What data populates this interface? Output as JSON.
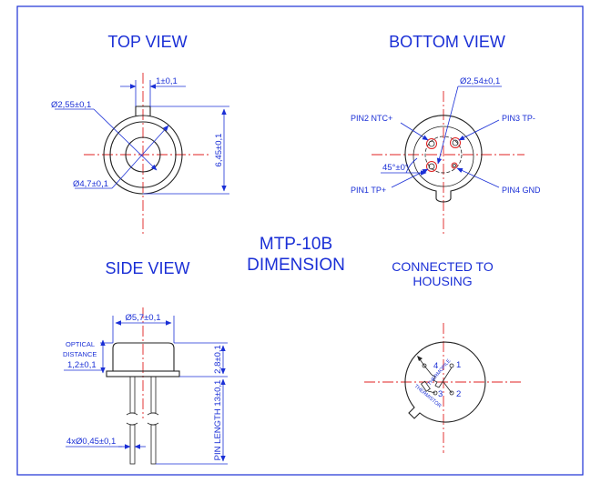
{
  "titles": {
    "top_view": "TOP VIEW",
    "bottom_view": "BOTTOM VIEW",
    "side_view": "SIDE VIEW",
    "model": "MTP-10B",
    "dimension": "DIMENSION",
    "connected_line1": "CONNECTED TO",
    "connected_line2": "HOUSING"
  },
  "top_view": {
    "tab_width": "1±0,1",
    "inner_diameter": "Ø2,55±0,1",
    "outer_diameter": "Ø4,7±0,1",
    "height": "6,45±0,1"
  },
  "bottom_view": {
    "pin_circle_diameter": "Ø2,54±0,1",
    "pin2": "PIN2 NTC+",
    "pin3": "PIN3 TP-",
    "angle": "45°±0°",
    "pin1": "PIN1 TP+",
    "pin4": "PIN4 GND"
  },
  "side_view": {
    "body_diameter": "Ø5,7±0,1",
    "optical_line1": "OPTICAL",
    "optical_line2": "DISTANCE",
    "optical_value": "1,2±0,1",
    "body_height": "2,8±0,1",
    "pin_length": "PIN LENGTH 13±0,1",
    "pin_diameter": "4xØ0,45±0,1"
  },
  "schematic": {
    "label4": "4",
    "label1": "1",
    "label3": "3",
    "label2": "2",
    "thermopile": "THERMOPILE",
    "thermistor": "THERMISTOR"
  },
  "colors": {
    "annotation": "#1a2fd6",
    "centerline": "#e02020",
    "outline": "#222222",
    "frame": "#1a2fd6"
  }
}
